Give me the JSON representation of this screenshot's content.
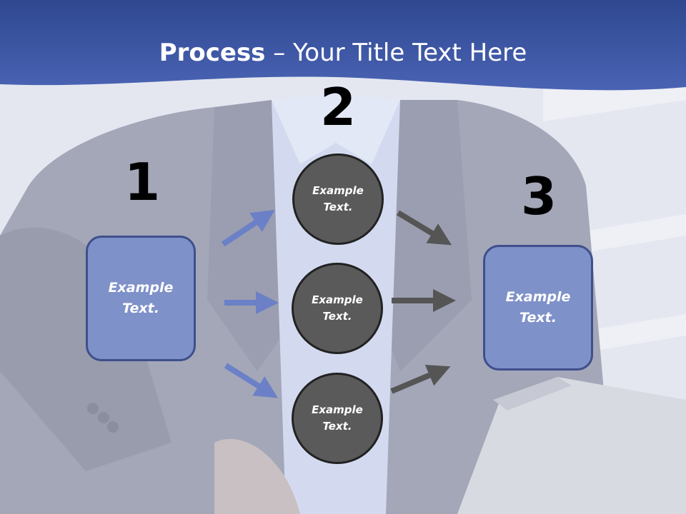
{
  "slide": {
    "title_bold": "Process",
    "title_rest": " – Your Title Text Here"
  },
  "steps": {
    "one": {
      "number": "1",
      "label": "Example Text."
    },
    "two": {
      "number": "2",
      "circles": [
        {
          "label": "Example Text."
        },
        {
          "label": "Example Text."
        },
        {
          "label": "Example Text."
        }
      ]
    },
    "three": {
      "number": "3",
      "label": "Example Text."
    }
  },
  "colors": {
    "header": "#3d56a4",
    "box_fill": "#7f91c9",
    "box_border": "#3f4f8c",
    "circle_fill": "#5a5a5a",
    "blue_arrow": "#6b80c7",
    "gray_arrow": "#555555"
  }
}
